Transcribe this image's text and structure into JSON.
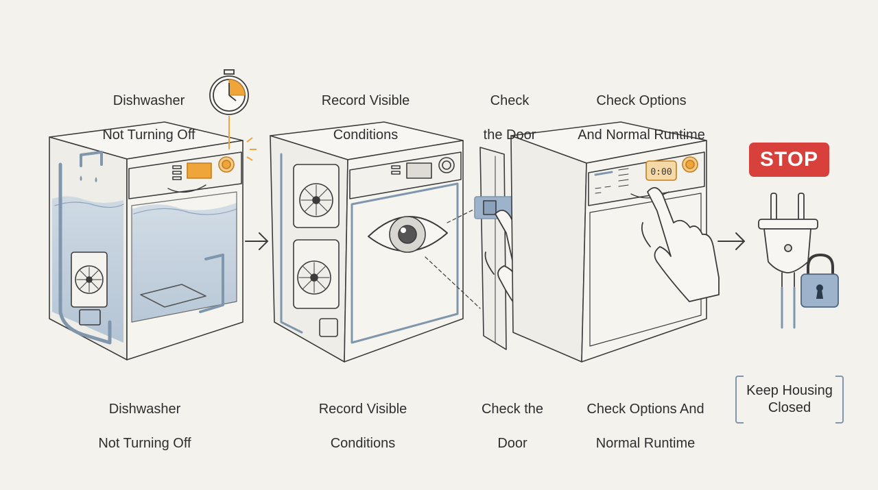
{
  "steps": [
    {
      "top_label": [
        "Dishwasher",
        "Not Turning Off"
      ],
      "bottom_label": [
        "Dishwasher",
        "Not Turning Off"
      ]
    },
    {
      "top_label": [
        "Record Visible",
        "Conditions"
      ],
      "bottom_label": [
        "Record Visible",
        "Conditions"
      ]
    },
    {
      "top_label": [
        "Check",
        "the Door"
      ],
      "bottom_label": [
        "Check the",
        "Door"
      ]
    },
    {
      "top_label": [
        "Check Options",
        "And Normal Runtime"
      ],
      "bottom_label": [
        "Check Options And",
        "Normal Runtime"
      ]
    },
    {
      "badge": "STOP",
      "bottom_label": [
        "Keep Housing",
        "Closed"
      ]
    }
  ],
  "panel": {
    "display": "0:00"
  },
  "icons": [
    "stopwatch-icon",
    "eye-icon",
    "hand-icon",
    "plug-icon",
    "padlock-icon",
    "arrow-right-icon",
    "fan-icon"
  ],
  "colors": {
    "background": "#f3f2ed",
    "line": "#3b3b3b",
    "water": "#b9c9da",
    "pipe": "#7f96ad",
    "accent": "#f0a53a",
    "stop": "#d8413b"
  }
}
